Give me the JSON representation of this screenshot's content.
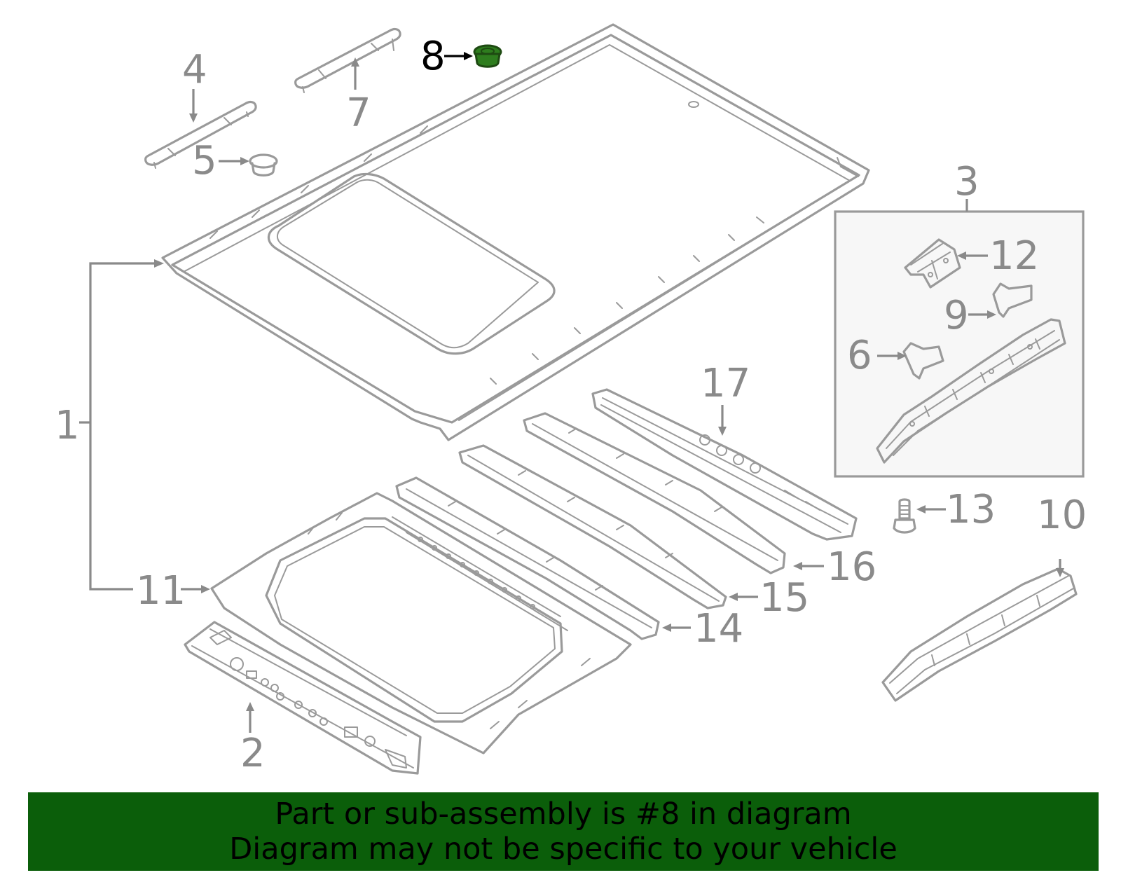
{
  "callouts": [
    {
      "id": "1",
      "label": "1"
    },
    {
      "id": "2",
      "label": "2"
    },
    {
      "id": "3",
      "label": "3"
    },
    {
      "id": "4",
      "label": "4"
    },
    {
      "id": "5",
      "label": "5"
    },
    {
      "id": "6",
      "label": "6"
    },
    {
      "id": "7",
      "label": "7"
    },
    {
      "id": "8",
      "label": "8"
    },
    {
      "id": "9",
      "label": "9"
    },
    {
      "id": "10",
      "label": "10"
    },
    {
      "id": "11",
      "label": "11"
    },
    {
      "id": "12",
      "label": "12"
    },
    {
      "id": "13",
      "label": "13"
    },
    {
      "id": "14",
      "label": "14"
    },
    {
      "id": "15",
      "label": "15"
    },
    {
      "id": "16",
      "label": "16"
    },
    {
      "id": "17",
      "label": "17"
    }
  ],
  "highlighted_part": "8",
  "colors": {
    "line": "#9a9a9a",
    "label": "#8a8a8a",
    "highlight": "#2e7d1e",
    "banner": "#0b5e0a",
    "box_fill": "#f7f7f7"
  },
  "banner": {
    "line1": "Part or sub-assembly is #8 in diagram",
    "line2": "Diagram may not be specific to your vehicle"
  }
}
